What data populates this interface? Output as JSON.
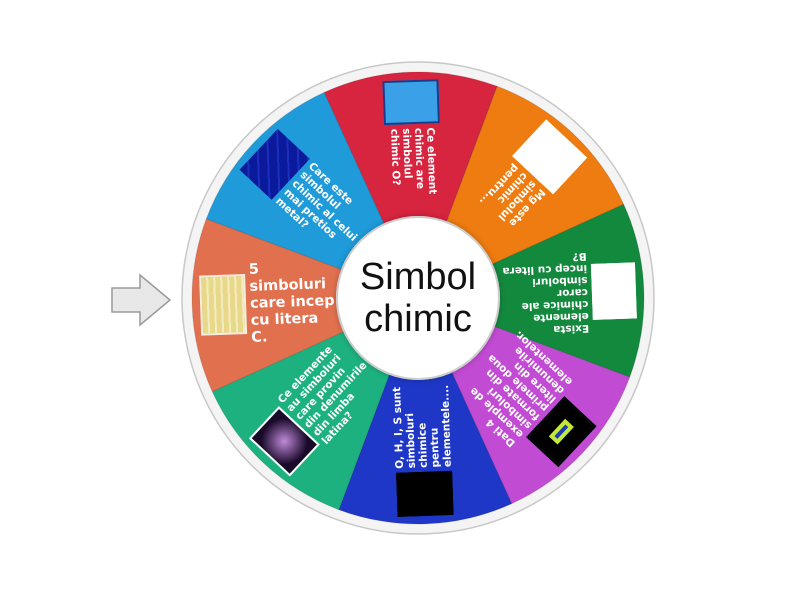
{
  "wheel": {
    "title": "Simbol chimic",
    "title_lines": [
      "Simbol",
      "chimic"
    ],
    "segments": [
      {
        "text": "5 simboluri care incep cu litera C.",
        "color": "#e1714e",
        "image": "periodic-table-photo"
      },
      {
        "text": "Care este simbolul chimic al celui mai pretios metal?",
        "color": "#1f9bd9",
        "image": "periodic-table-blue"
      },
      {
        "text": "Ce element chimic are simbolul chimic O?",
        "color": "#d7243f",
        "image": "oxygen-tile"
      },
      {
        "text": "Mg este simbolul chimic pentru...",
        "color": "#ee7c10",
        "image": "magnesium-tile"
      },
      {
        "text": "Exista elemente chimice ale caror simboluri incep cu litera B?",
        "color": "#13893e",
        "image": "letter-b-hexagon"
      },
      {
        "text": "Dati 4 exemple de simboluri formate din primele doua litere din denumirile elementelor.",
        "color": "#c14bd3",
        "image": "periodic-table-dark"
      },
      {
        "text": "O, H, I, S sunt simboluri chimice pentru elementele....",
        "color": "#1e37c6",
        "image": "phi-logo"
      },
      {
        "text": "Ce elemente au simboluri care provin din denumirile din limba latina?",
        "color": "#1db17f",
        "image": "molecule-art"
      }
    ]
  },
  "pointer": {
    "icon": "arrow-right-icon",
    "color": "#e8e8e8"
  }
}
